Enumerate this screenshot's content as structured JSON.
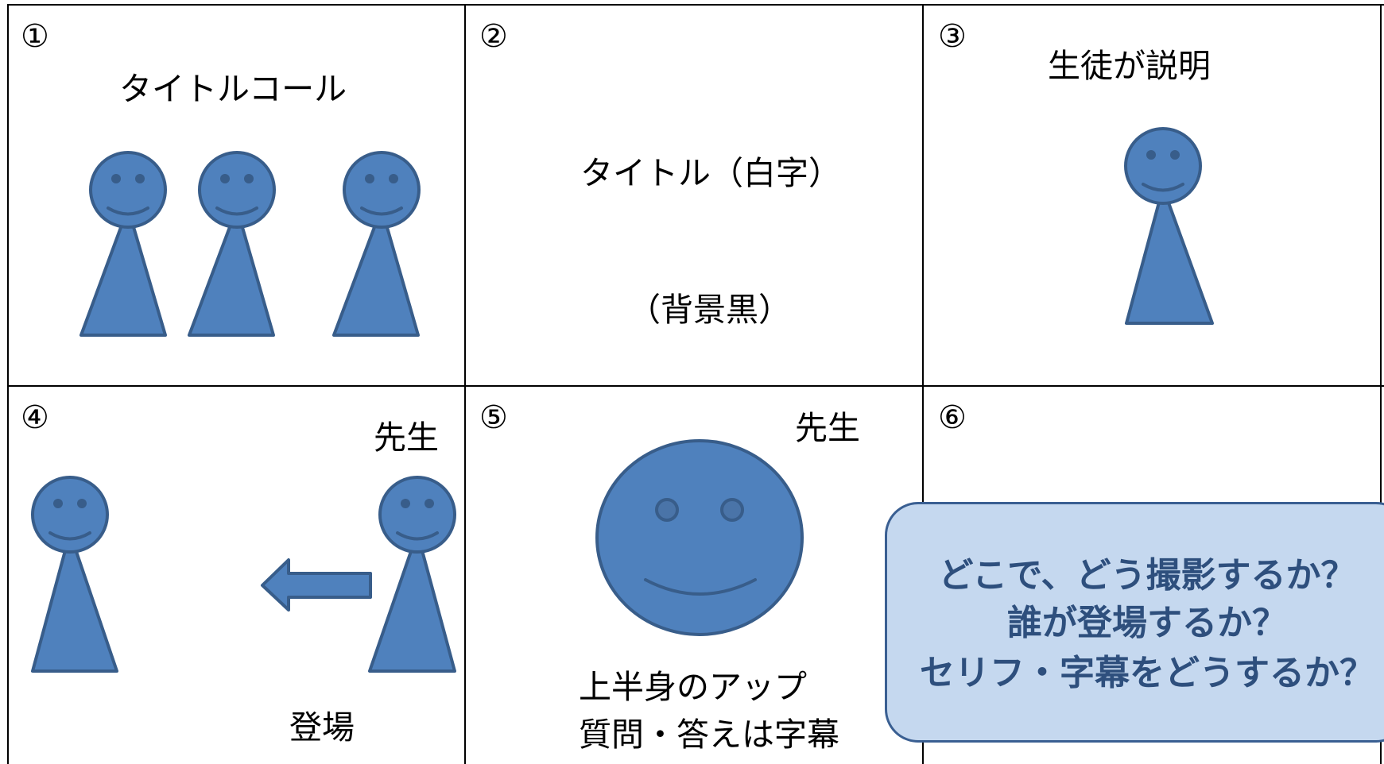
{
  "panels": [
    {
      "number": "①",
      "caption": "タイトルコール"
    },
    {
      "number": "②",
      "caption": "タイトル（白字）",
      "note": "（背景黒）"
    },
    {
      "number": "③",
      "caption": "生徒が説明"
    },
    {
      "number": "④",
      "speaker": "先生",
      "action": "登場"
    },
    {
      "number": "⑤",
      "speaker": "先生",
      "desc_line1": "上半身のアップ",
      "desc_line2": "質問・答えは字幕"
    },
    {
      "number": "⑥"
    }
  ],
  "callout": {
    "line1": "どこで、どう撮影するか？",
    "line2": "誰が登場するか？",
    "line3": "セリフ・字幕をどうするか？"
  },
  "colors": {
    "figure_fill": "#4f81bd",
    "figure_stroke": "#385d8a",
    "callout_fill": "#c5d8ef",
    "callout_text": "#2e4f7d"
  }
}
